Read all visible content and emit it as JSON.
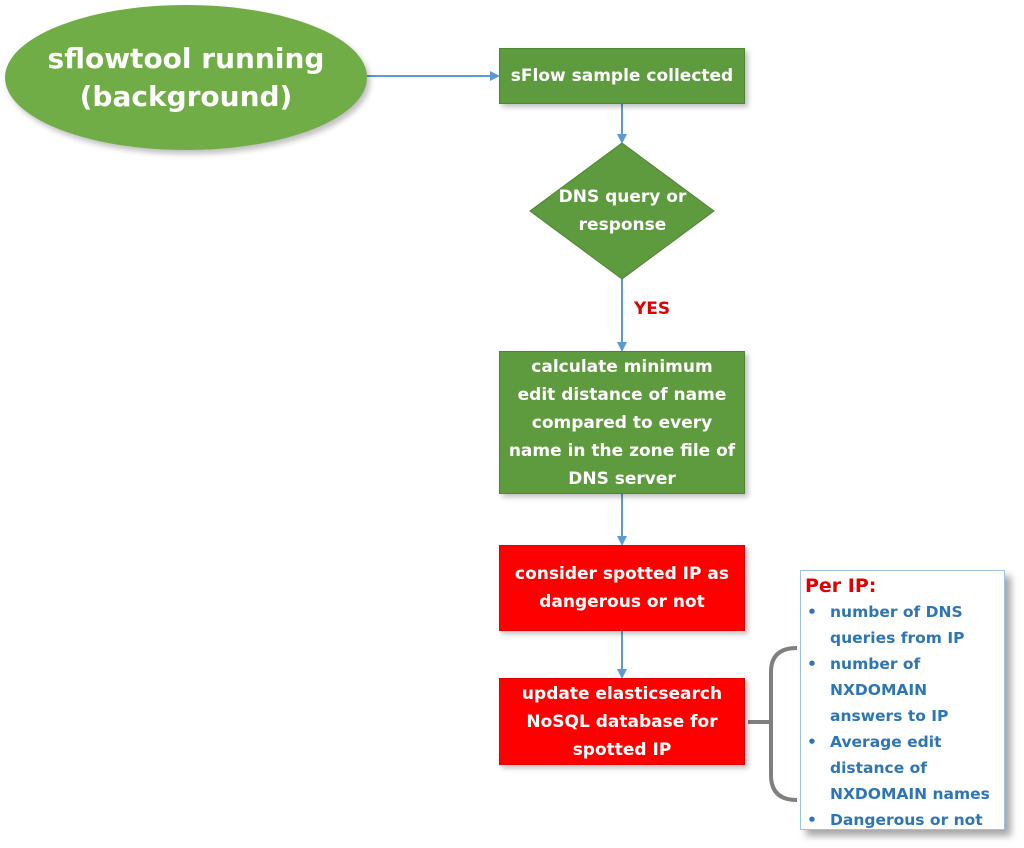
{
  "start": {
    "label_line1": "sflowtool running",
    "label_line2": "(background)"
  },
  "steps": {
    "collect": "sFlow sample collected",
    "decision": {
      "line1": "DNS query or",
      "line2": "response"
    },
    "yes_label": "YES",
    "calculate": {
      "line1": "calculate minimum",
      "line2": "edit distance of name",
      "line3": "compared to every",
      "line4": "name in the zone file of",
      "line5": "DNS server"
    },
    "consider": {
      "line1": "consider spotted IP as",
      "line2": "dangerous or not"
    },
    "update": {
      "line1": "update elasticsearch",
      "line2": "NoSQL database for",
      "line3": "spotted IP"
    }
  },
  "info_panel": {
    "title": "Per IP:",
    "items": [
      {
        "line1": "number of DNS",
        "line2": "queries from IP"
      },
      {
        "line1": "number of",
        "line2": "NXDOMAIN",
        "line3": "answers to IP"
      },
      {
        "line1": "Average edit",
        "line2": "distance of",
        "line3": "NXDOMAIN names"
      },
      {
        "line1": "Dangerous or not"
      }
    ]
  },
  "colors": {
    "start_fill": "#70AD47",
    "process_fill": "#5E9A3E",
    "alert_fill": "#FF0000",
    "connector": "#5B9BD5",
    "bracket": "#7F7F7F",
    "yes_text": "#E00000",
    "panel_text": "#2E75B6"
  }
}
